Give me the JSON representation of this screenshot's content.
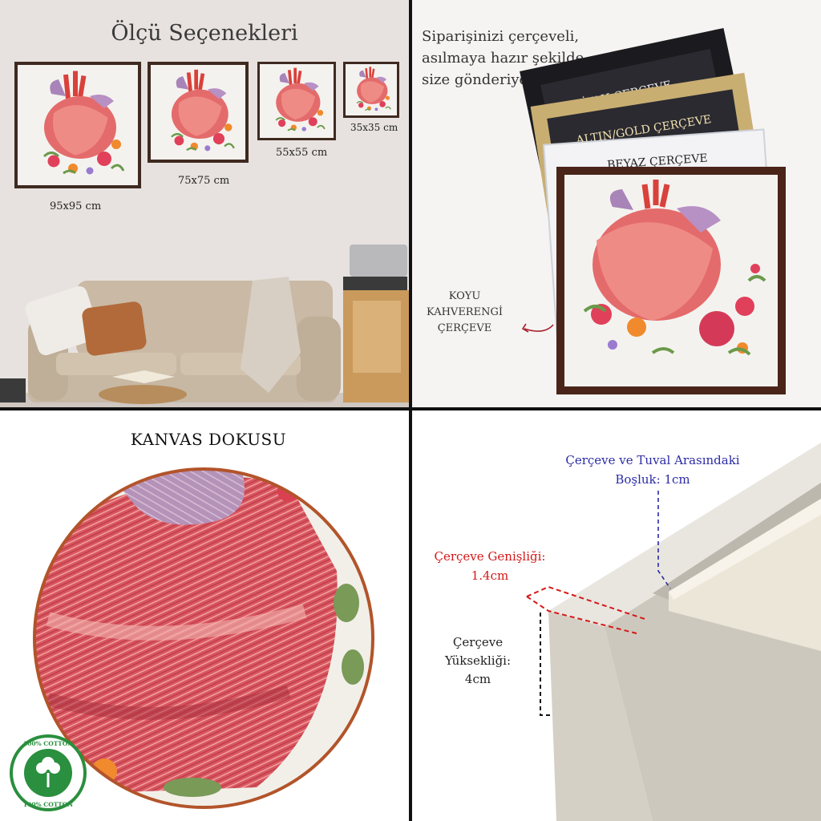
{
  "sizes_panel": {
    "title": "Ölçü Seçenekleri",
    "sizes": [
      "95x95 cm",
      "75x75 cm",
      "55x55 cm",
      "35x35 cm"
    ]
  },
  "frames_panel": {
    "message_lines": [
      "Siparişinizi çerçeveli,",
      "asılmaya hazır şekilde",
      "size gönderiyoruz."
    ],
    "frame_labels": {
      "black": "SİYAH ÇERÇEVE",
      "gold": "ALTIN/GOLD ÇERÇEVE",
      "white": "BEYAZ ÇERÇEVE"
    },
    "brown_label_lines": [
      "KOYU",
      "KAHVERENGİ",
      "ÇERÇEVE"
    ]
  },
  "texture_panel": {
    "title": "KANVAS DOKUSU",
    "badge_text": "100% COTTON"
  },
  "dimensions_panel": {
    "gap_label_lines": [
      "Çerçeve ve Tuval Arasındaki",
      "Boşluk: 1cm"
    ],
    "width_label_lines": [
      "Çerçeve Genişliği:",
      "1.4cm"
    ],
    "height_label_lines": [
      "Çerçeve",
      "Yüksekliği:",
      "4cm"
    ]
  },
  "colors": {
    "divider": "#111111",
    "blue_annotation": "#2b2ba6",
    "red_annotation": "#d41818",
    "brown_frame": "#4a2419",
    "black_frame": "#1b1b1f",
    "gold_frame": "#c9ae72"
  }
}
